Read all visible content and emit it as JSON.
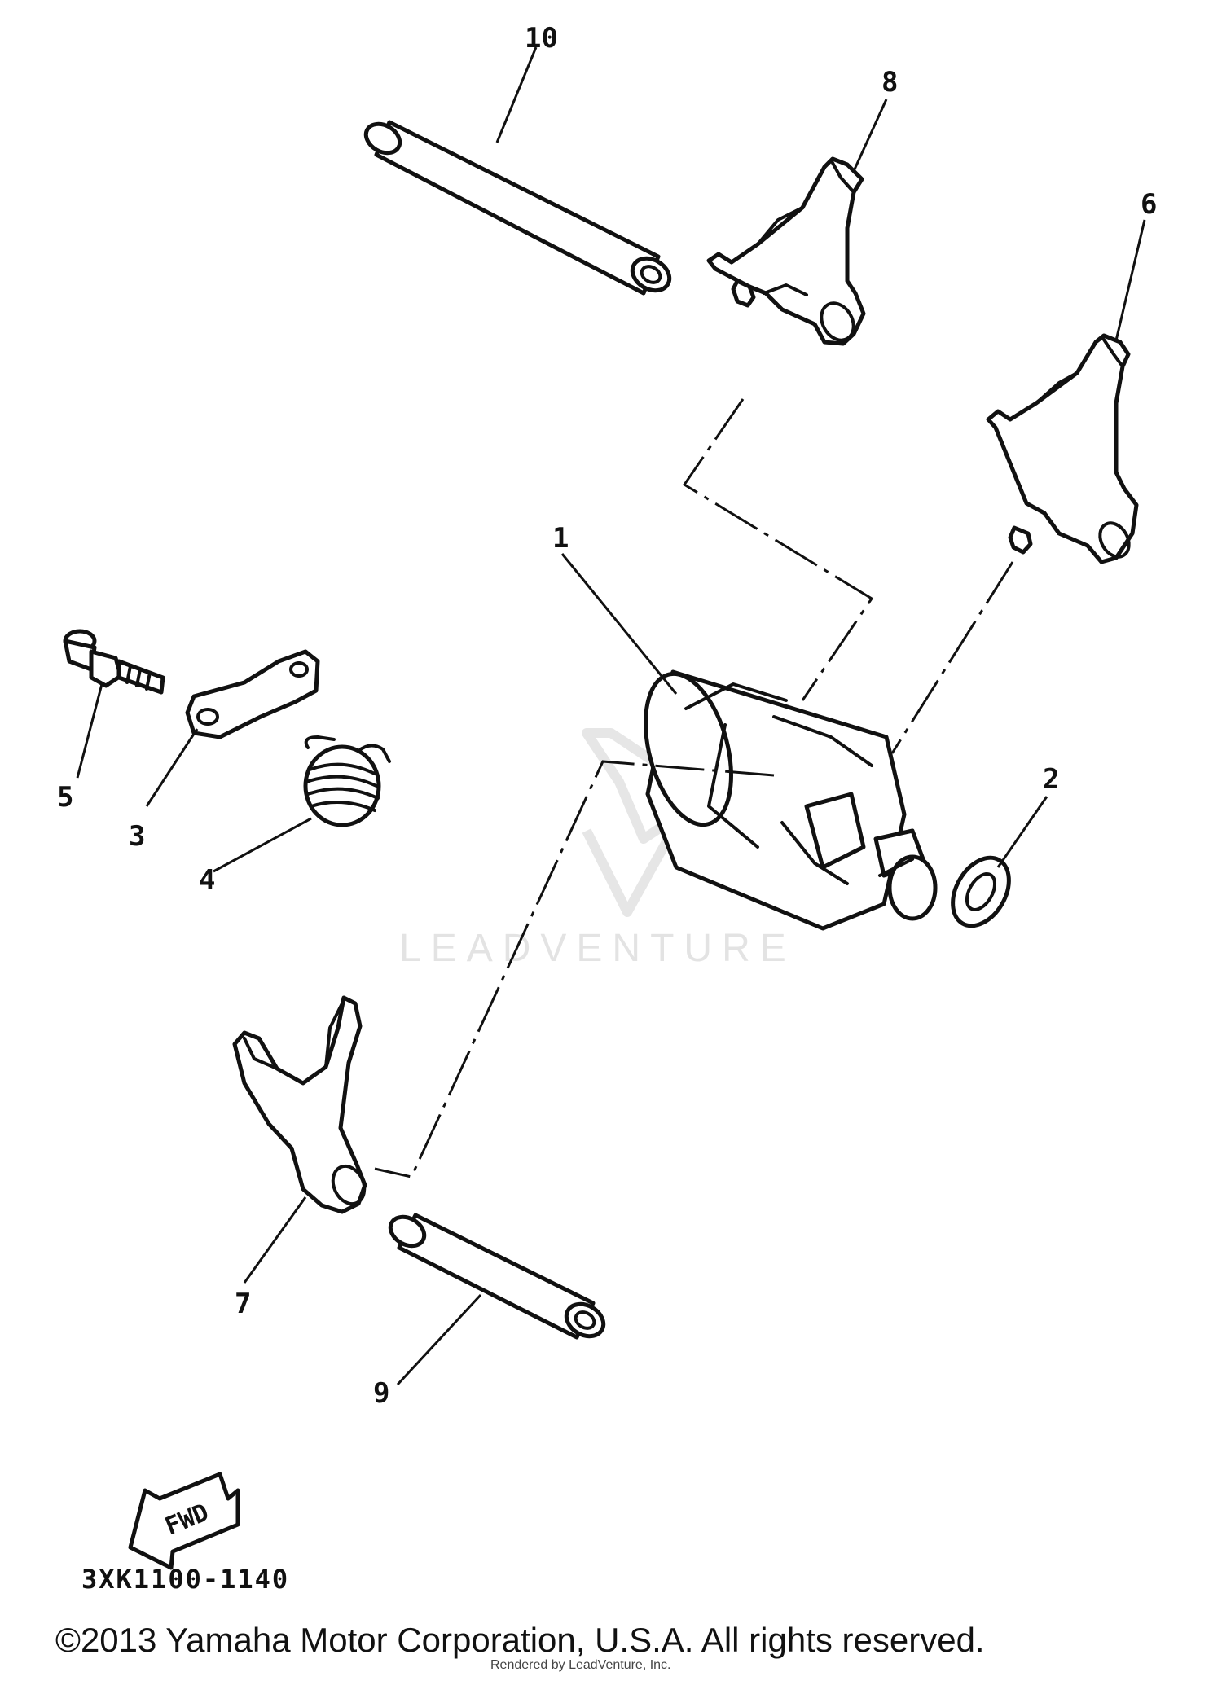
{
  "callouts": {
    "c1": "1",
    "c2": "2",
    "c3": "3",
    "c4": "4",
    "c5": "5",
    "c6": "6",
    "c7": "7",
    "c8": "8",
    "c9": "9",
    "c10": "10"
  },
  "fwd_label": "FWD",
  "diagram_code": "3XK1100-1140",
  "copyright": "©2013 Yamaha Motor Corporation, U.S.A. All rights reserved.",
  "rendered_by": "Rendered by LeadVenture, Inc.",
  "watermark": "LEADVENTURE"
}
